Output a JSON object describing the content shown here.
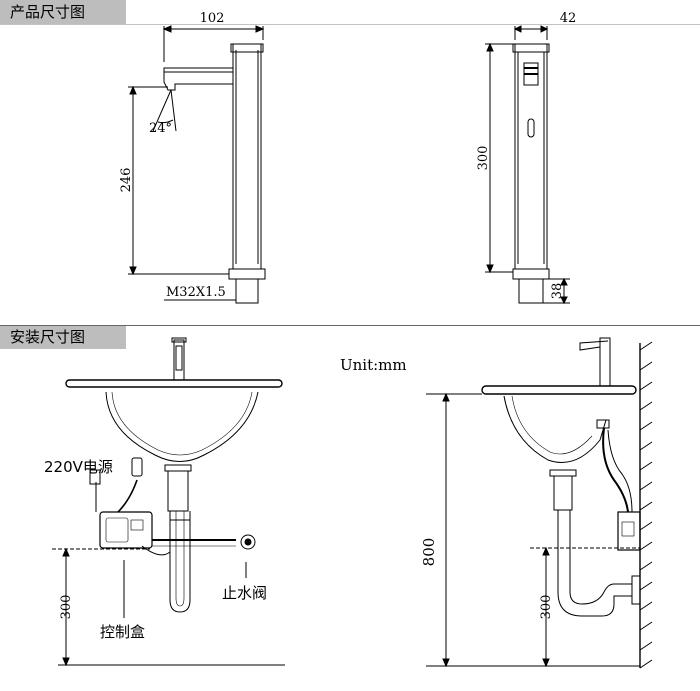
{
  "sections": {
    "product_title": "产品尺寸图",
    "install_title": "安装尺寸图"
  },
  "product_dims": {
    "spout_length": "102",
    "angle": "24°",
    "spout_height": "246",
    "thread": "M32X1.5",
    "side_width": "42",
    "total_height": "300",
    "base_height": "38"
  },
  "install": {
    "unit": "Unit:mm",
    "power": "220V电源",
    "valve": "止水阀",
    "control_box": "控制盒",
    "box_height_left": "300",
    "basin_height": "800",
    "box_height_right": "300"
  }
}
